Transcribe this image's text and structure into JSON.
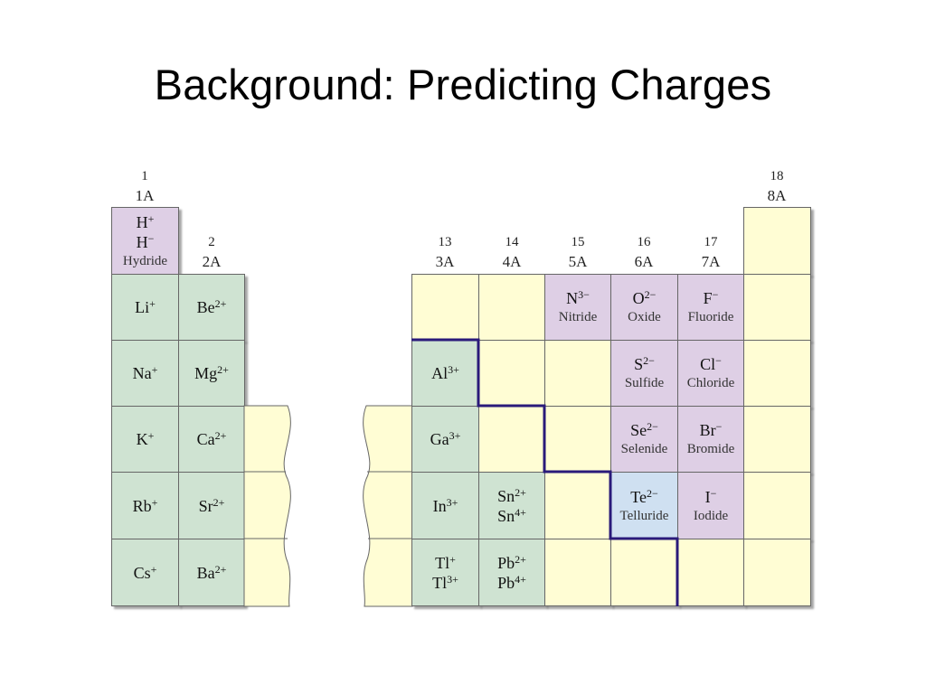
{
  "title": "Background: Predicting Charges",
  "groups": {
    "g1": {
      "num": "1",
      "letter": "1A"
    },
    "g2": {
      "num": "2",
      "letter": "2A"
    },
    "g13": {
      "num": "13",
      "letter": "3A"
    },
    "g14": {
      "num": "14",
      "letter": "4A"
    },
    "g15": {
      "num": "15",
      "letter": "5A"
    },
    "g16": {
      "num": "16",
      "letter": "6A"
    },
    "g17": {
      "num": "17",
      "letter": "7A"
    },
    "g18": {
      "num": "18",
      "letter": "8A"
    }
  },
  "cells": {
    "h": {
      "ion1": "H",
      "ch1": "+",
      "ion2": "H",
      "ch2": "−",
      "name": "Hydride"
    },
    "li": {
      "ion": "Li",
      "ch": "+"
    },
    "na": {
      "ion": "Na",
      "ch": "+"
    },
    "k": {
      "ion": "K",
      "ch": "+"
    },
    "rb": {
      "ion": "Rb",
      "ch": "+"
    },
    "cs": {
      "ion": "Cs",
      "ch": "+"
    },
    "be": {
      "ion": "Be",
      "ch": "2+"
    },
    "mg": {
      "ion": "Mg",
      "ch": "2+"
    },
    "ca": {
      "ion": "Ca",
      "ch": "2+"
    },
    "sr": {
      "ion": "Sr",
      "ch": "2+"
    },
    "ba": {
      "ion": "Ba",
      "ch": "2+"
    },
    "al": {
      "ion": "Al",
      "ch": "3+"
    },
    "ga": {
      "ion": "Ga",
      "ch": "3+"
    },
    "in": {
      "ion": "In",
      "ch": "3+"
    },
    "tl": {
      "ion1": "Tl",
      "ch1": "+",
      "ion2": "Tl",
      "ch2": "3+"
    },
    "sn": {
      "ion1": "Sn",
      "ch1": "2+",
      "ion2": "Sn",
      "ch2": "4+"
    },
    "pb": {
      "ion1": "Pb",
      "ch1": "2+",
      "ion2": "Pb",
      "ch2": "4+"
    },
    "n": {
      "ion": "N",
      "ch": "3−",
      "name": "Nitride"
    },
    "o": {
      "ion": "O",
      "ch": "2−",
      "name": "Oxide"
    },
    "s": {
      "ion": "S",
      "ch": "2−",
      "name": "Sulfide"
    },
    "se": {
      "ion": "Se",
      "ch": "2−",
      "name": "Selenide"
    },
    "te": {
      "ion": "Te",
      "ch": "2−",
      "name": "Telluride"
    },
    "f": {
      "ion": "F",
      "ch": "−",
      "name": "Fluoride"
    },
    "cl": {
      "ion": "Cl",
      "ch": "−",
      "name": "Chloride"
    },
    "br": {
      "ion": "Br",
      "ch": "−",
      "name": "Bromide"
    },
    "i": {
      "ion": "I",
      "ch": "−",
      "name": "Iodide"
    }
  },
  "colors": {
    "alkali_alkaline_metals": "#cfe3d2",
    "nonmetal_anions": "#decfe5",
    "empty": "#fffdd4",
    "metalloid_te": "#cfe0f1",
    "staircase_line": "#2a1a7a"
  }
}
